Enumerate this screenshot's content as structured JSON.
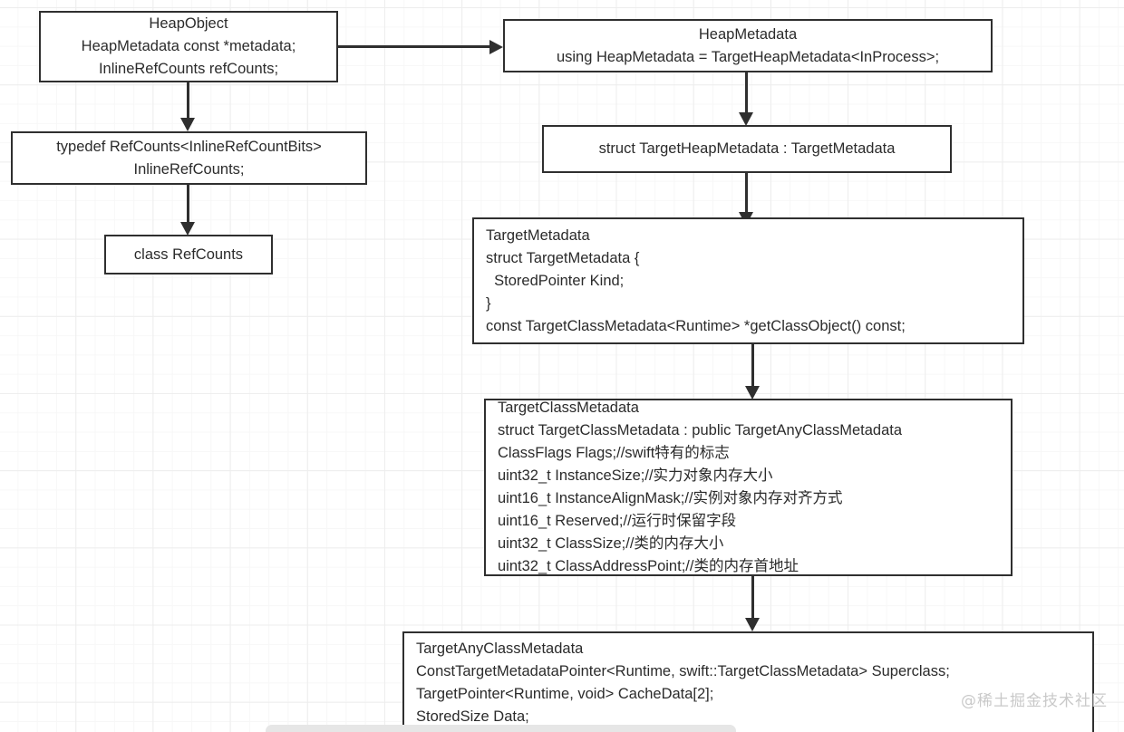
{
  "diagram": {
    "title": "Swift HeapObject metadata class hierarchy",
    "watermark": "@稀土掘金技术社区",
    "colors": {
      "box_border": "#2f2f2f",
      "box_fill": "#ffffff",
      "text": "#2b2b2b",
      "grid_minor": "#f7f7f7",
      "grid_major": "#ededed",
      "watermark": "#c9c9c9"
    },
    "nodes": {
      "heap_object": {
        "lines": [
          "HeapObject",
          "HeapMetadata const *metadata;",
          "InlineRefCounts refCounts;"
        ]
      },
      "inline_refcounts_typedef": {
        "lines": [
          "typedef RefCounts<InlineRefCountBits>",
          "InlineRefCounts;"
        ]
      },
      "class_refcounts": {
        "lines": [
          "class RefCounts"
        ]
      },
      "heap_metadata": {
        "lines": [
          "HeapMetadata",
          "using HeapMetadata = TargetHeapMetadata<InProcess>;"
        ]
      },
      "struct_target_heap_metadata": {
        "lines": [
          "struct TargetHeapMetadata : TargetMetadata"
        ]
      },
      "target_metadata": {
        "lines": [
          "TargetMetadata",
          "struct TargetMetadata {",
          "  StoredPointer Kind;",
          "}",
          "const TargetClassMetadata<Runtime> *getClassObject() const;"
        ]
      },
      "target_class_metadata": {
        "lines": [
          "TargetClassMetadata",
          "struct TargetClassMetadata : public TargetAnyClassMetadata",
          "ClassFlags Flags;//swift特有的标志",
          "uint32_t InstanceSize;//实力对象内存大小",
          "uint16_t InstanceAlignMask;//实例对象内存对齐方式",
          "uint16_t Reserved;//运行时保留字段",
          "uint32_t ClassSize;//类的内存大小",
          "uint32_t ClassAddressPoint;//类的内存首地址"
        ]
      },
      "target_any_class_metadata": {
        "lines": [
          "TargetAnyClassMetadata",
          "ConstTargetMetadataPointer<Runtime, swift::TargetClassMetadata> Superclass;",
          "TargetPointer<Runtime, void> CacheData[2];",
          "StoredSize Data;"
        ]
      }
    },
    "edges": [
      {
        "from": "heap_object",
        "to": "heap_metadata",
        "direction": "right"
      },
      {
        "from": "heap_object",
        "to": "inline_refcounts_typedef",
        "direction": "down"
      },
      {
        "from": "inline_refcounts_typedef",
        "to": "class_refcounts",
        "direction": "down"
      },
      {
        "from": "heap_metadata",
        "to": "struct_target_heap_metadata",
        "direction": "down"
      },
      {
        "from": "struct_target_heap_metadata",
        "to": "target_metadata",
        "direction": "down"
      },
      {
        "from": "target_metadata",
        "to": "target_class_metadata",
        "direction": "down"
      },
      {
        "from": "target_class_metadata",
        "to": "target_any_class_metadata",
        "direction": "down"
      }
    ]
  }
}
